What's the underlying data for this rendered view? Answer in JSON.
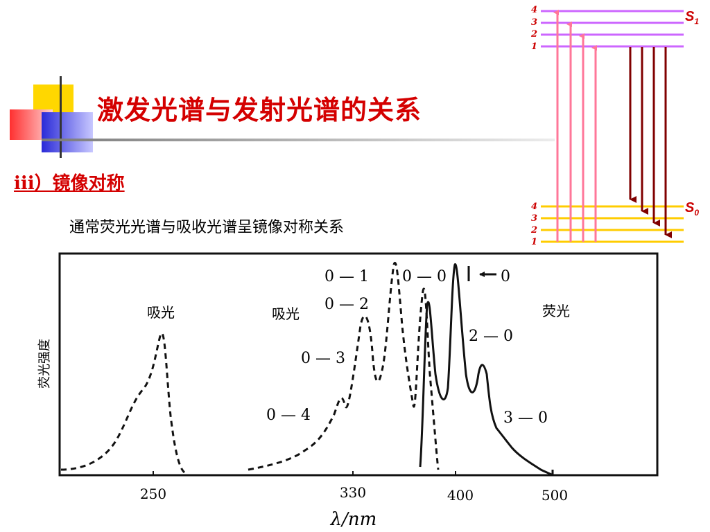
{
  "title": "激发光谱与发射光谱的关系",
  "subtitle": "iii）镜像对称",
  "statement": "通常荧光光谱与吸收光谱呈镜像对称关系",
  "energy_diagram": {
    "s1_label": "S",
    "s1_sub": "1",
    "s0_label": "S",
    "s0_sub": "0",
    "s1_levels": [
      "4",
      "3",
      "2",
      "1"
    ],
    "s0_levels": [
      "4",
      "3",
      "2",
      "1"
    ],
    "colors": {
      "s1_line": "#cc66ff",
      "s0_line": "#ffcc00",
      "excitation_arrow": "#ff7799",
      "emission_arrow": "#800000",
      "level_number": "#cc0000"
    }
  },
  "spectrum": {
    "y_axis_label": "荧光强度",
    "x_axis_label": "λ/nm",
    "x_ticks": [
      "250",
      "330",
      "400",
      "500"
    ],
    "region_labels": {
      "absorption_1": "吸光",
      "absorption_2": "吸光",
      "fluorescence": "荧光"
    },
    "transition_labels": {
      "t01": "0 — 1",
      "t00a": "0 — 0",
      "t00b": "0",
      "t02": "0 — 2",
      "t20": "2 — 0",
      "t03": "0 — 3",
      "t04": "0 — 4",
      "t30": "3 — 0"
    }
  }
}
